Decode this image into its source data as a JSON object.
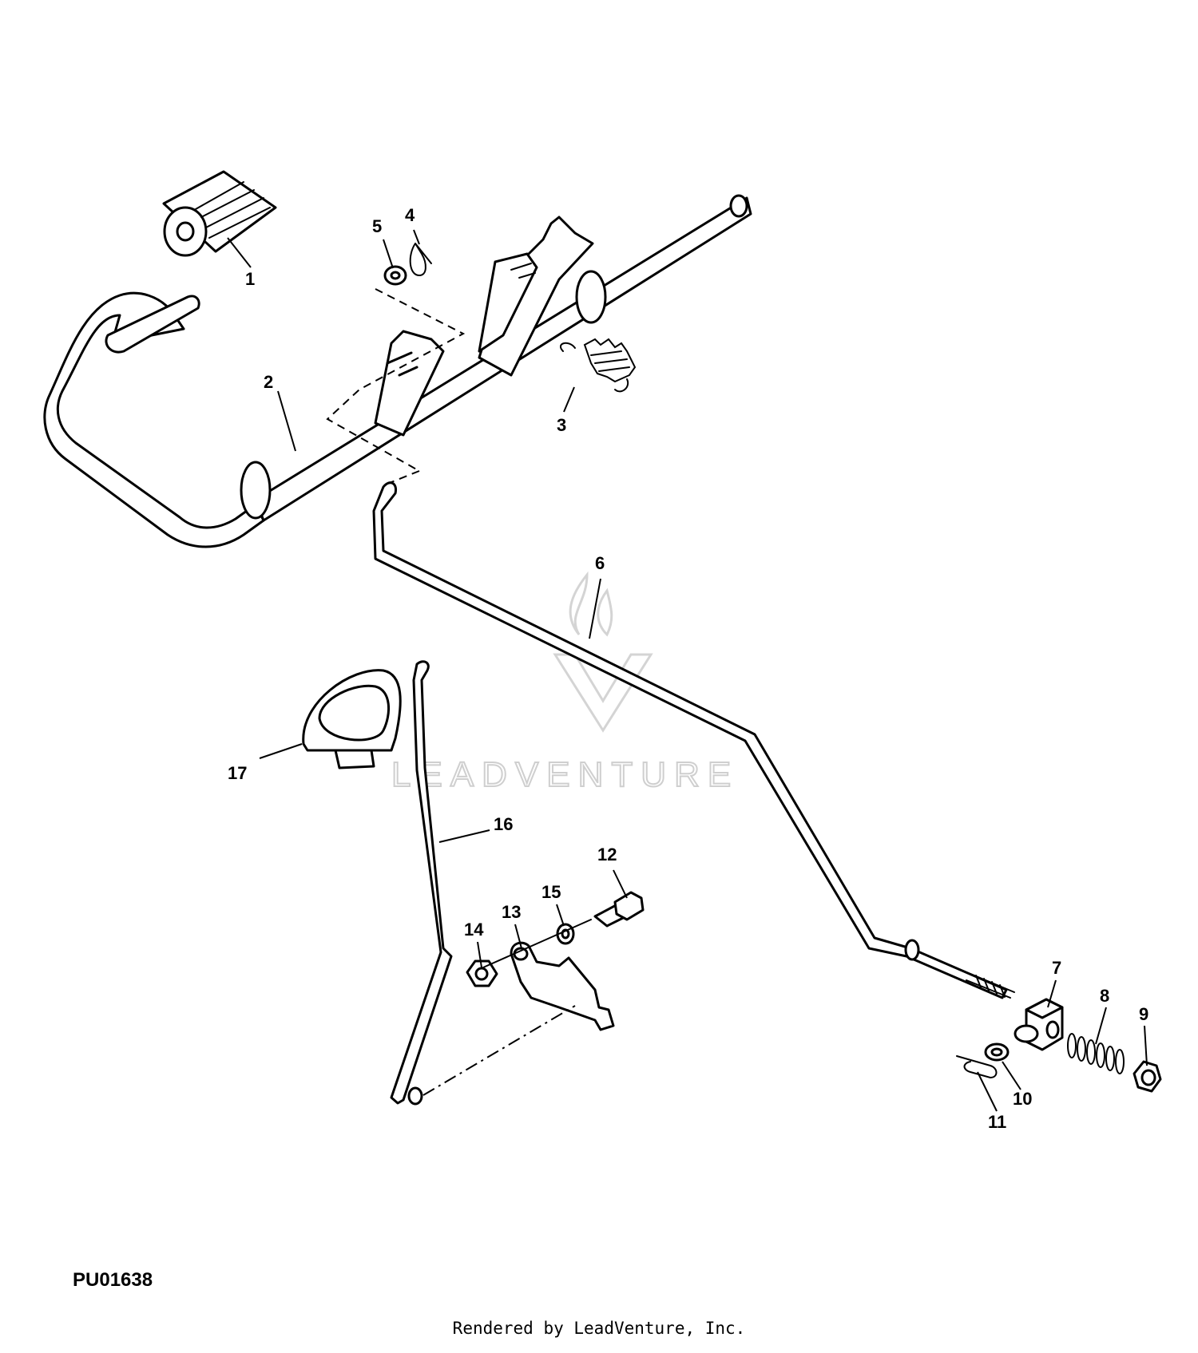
{
  "diagram": {
    "callouts": [
      "1",
      "2",
      "3",
      "4",
      "5",
      "6",
      "7",
      "8",
      "9",
      "10",
      "11",
      "12",
      "13",
      "14",
      "15",
      "16",
      "17"
    ],
    "reference_code": "PU01638",
    "credit": "Rendered by LeadVenture, Inc.",
    "watermark_text": "LEADVENTURE",
    "watermark_icon": "leadventure-flame-v-logo"
  }
}
